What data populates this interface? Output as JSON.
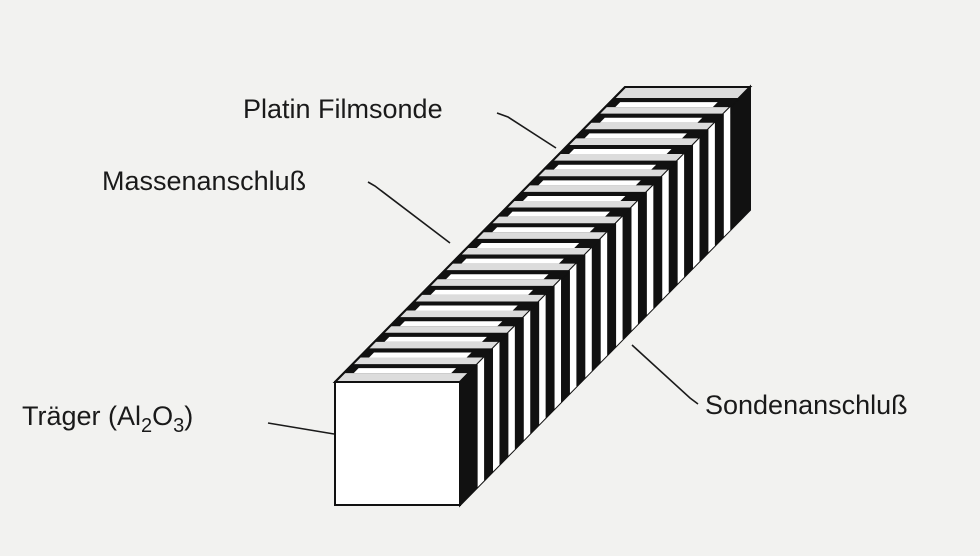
{
  "labels": {
    "platin": "Platin Filmsonde",
    "masse": "Massenanschluß",
    "traeger": {
      "prefix": "Träger (Al",
      "sub1": "2",
      "mid": "O",
      "sub2": "3",
      "suffix": ")"
    },
    "sonde": "Sondenanschluß"
  },
  "diagram": {
    "strip_count": 18,
    "colors": {
      "background": "#f2f2f0",
      "ink": "#111111",
      "face": "#ffffff"
    }
  }
}
